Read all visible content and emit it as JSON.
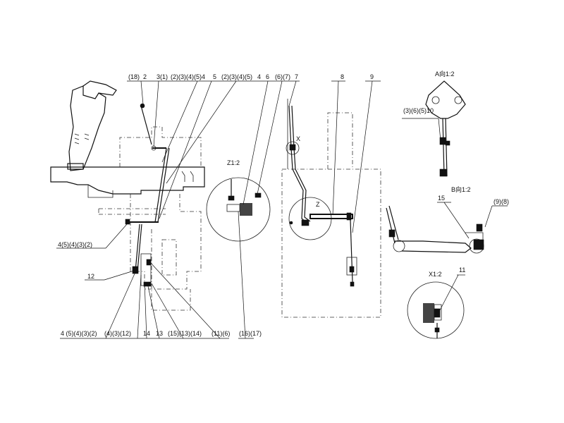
{
  "labels": {
    "top_left": [
      "(18)",
      "2",
      "3(1)",
      "(2)(3)(4)(5)4",
      "5",
      "(2)(3)(4)(5)",
      "4",
      "6",
      "(6)(7)",
      "7"
    ],
    "top_mid": [
      "8",
      "9"
    ],
    "view_a": "A向1:2",
    "view_a_ref": "(3)(6)(5)10",
    "view_b": "B向1:2",
    "view_b_ref1": "15",
    "view_b_ref2": "(9)(8)",
    "view_z": "Z1:2",
    "view_x": "X1:2",
    "view_x_ref": "11",
    "marker_x": "X",
    "marker_z": "Z",
    "left_ref1": "4(5)(4)(3)(2)",
    "left_ref2": "12",
    "bottom": [
      "4 (5)(4)(3)(2)",
      "(4)(3)(12)",
      "14",
      "13",
      "(15)(13)(14)",
      "(11)(6)",
      "(16)(17)"
    ]
  }
}
